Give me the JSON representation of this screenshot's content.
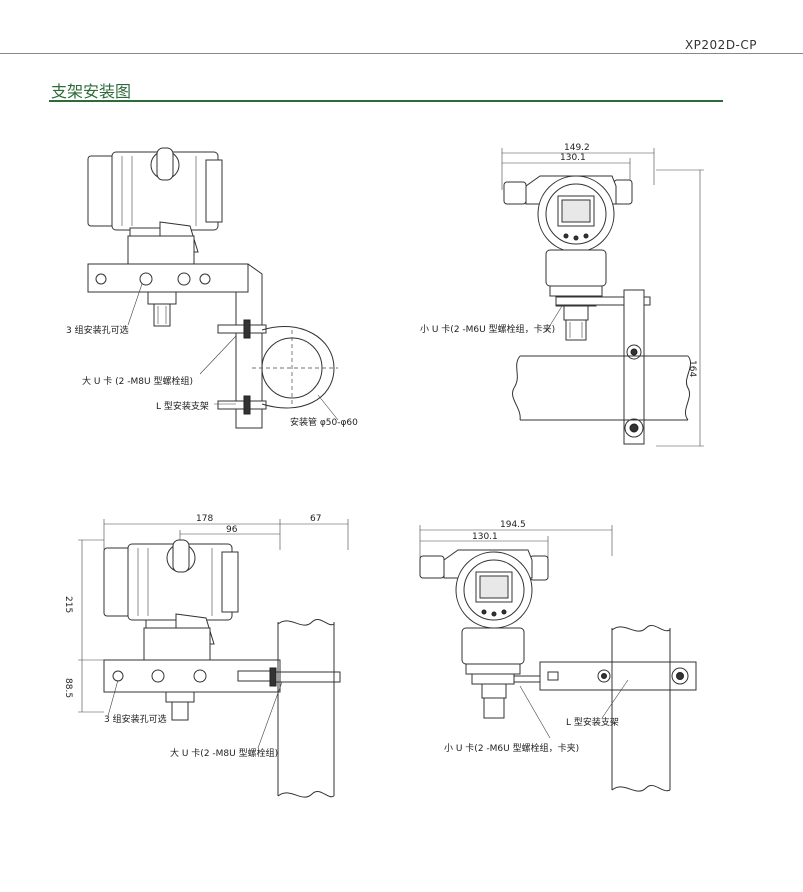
{
  "header": {
    "model_code": "XP202D-CP"
  },
  "section": {
    "title": "支架安装图"
  },
  "views": {
    "view1": {
      "holes_label": "3 组安装孔可选",
      "big_u_label": "大 U 卡 (2 -M8U 型螺栓组)",
      "l_bracket_label": "L 型安装支架",
      "pipe_label": "安装管 φ50-φ60"
    },
    "view2": {
      "dim_149": "149.2",
      "dim_130": "130.1",
      "dim_side": "164",
      "small_u_label": "小 U 卡(2 -M6U 型螺栓组，卡夹)"
    },
    "view3": {
      "dim_178": "178",
      "dim_96": "96",
      "dim_67": "67",
      "dim_v1": "215",
      "dim_v2": "88.5",
      "holes_label": "3 组安装孔可选",
      "big_u_label": "大 U 卡(2 -M8U 型螺栓组)"
    },
    "view4": {
      "dim_194": "194.5",
      "dim_130": "130.1",
      "l_bracket_label": "L 型安装支架",
      "small_u_label": "小 U 卡(2 -M6U 型螺栓组，卡夹)"
    }
  }
}
